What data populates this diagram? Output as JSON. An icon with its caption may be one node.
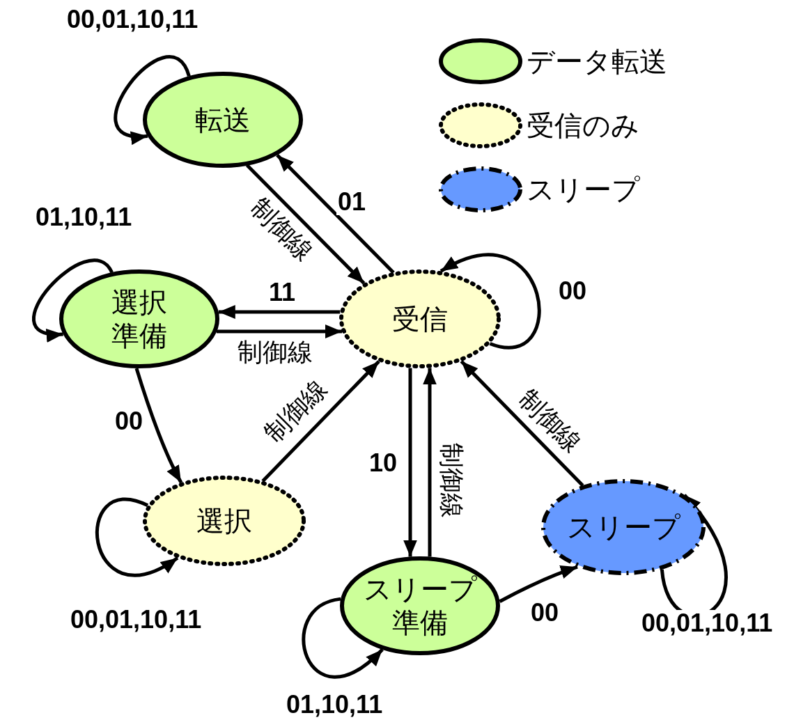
{
  "diagram": {
    "nodes": [
      {
        "text": [
          "転送"
        ]
      },
      {
        "text": [
          "選択準備"
        ]
      },
      {
        "text": [
          "受信"
        ]
      },
      {
        "text": [
          "選択"
        ]
      },
      {
        "text": [
          "スリープ準備"
        ]
      },
      {
        "text": [
          "スリープ"
        ]
      }
    ],
    "edges": [
      {
        "from": 0,
        "to": 0,
        "arrow": "to",
        "label": "00,01,10,11"
      },
      {
        "from": 0,
        "to": 2,
        "arrow": "to",
        "label": "制御線"
      },
      {
        "from": 2,
        "to": 0,
        "arrow": "to",
        "label": "01"
      },
      {
        "from": 1,
        "to": 1,
        "arrow": "to",
        "label": "01,10,11"
      },
      {
        "from": 2,
        "to": 1,
        "arrow": "to",
        "label": "11"
      },
      {
        "from": 1,
        "to": 2,
        "arrow": "to",
        "label": "制御線"
      },
      {
        "from": 1,
        "to": 3,
        "arrow": "to",
        "label": "00"
      },
      {
        "from": 3,
        "to": 2,
        "arrow": "to",
        "label": "制御線"
      },
      {
        "from": 3,
        "to": 3,
        "arrow": "to",
        "label": "00,01,10,11"
      },
      {
        "from": 2,
        "to": 2,
        "arrow": "to",
        "label": "00"
      },
      {
        "from": 2,
        "to": 4,
        "arrow": "to",
        "label": "10"
      },
      {
        "from": 4,
        "to": 2,
        "arrow": "to",
        "label": "制御線"
      },
      {
        "from": 5,
        "to": 2,
        "arrow": "to",
        "label": "制御線"
      },
      {
        "from": 4,
        "to": 4,
        "arrow": "to",
        "label": "01,10,11"
      },
      {
        "from": 4,
        "to": 5,
        "arrow": "to",
        "label": "00"
      },
      {
        "from": 5,
        "to": 5,
        "arrow": "to",
        "label": "00,01,10,11"
      }
    ],
    "legend": [
      {
        "text": "データ転送",
        "color": "#ccff99"
      },
      {
        "text": "受信のみ",
        "color": "#ffffcc"
      },
      {
        "text": "スリープ",
        "color": "#6699ff"
      }
    ]
  }
}
